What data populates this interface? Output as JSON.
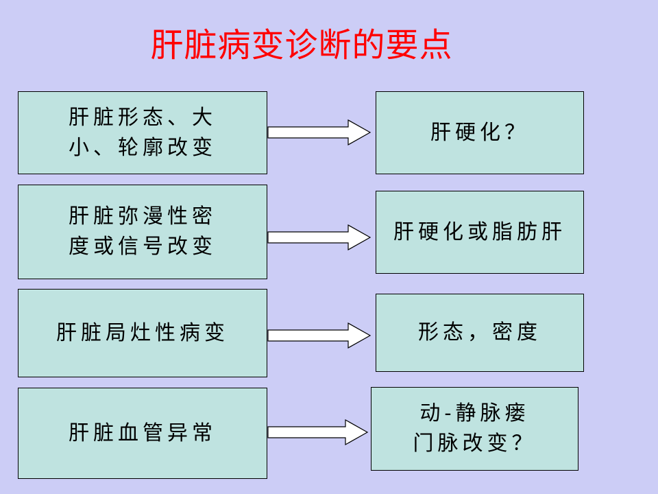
{
  "title": "肝脏病变诊断的要点",
  "rows": [
    {
      "left_lines": [
        "肝脏形态、大",
        "小、轮廓改变"
      ],
      "right_lines": [
        "肝硬化？"
      ]
    },
    {
      "left_lines": [
        "肝脏弥漫性密",
        "度或信号改变"
      ],
      "right_lines": [
        "肝硬化或脂肪肝"
      ]
    },
    {
      "left_lines": [
        "肝脏局灶性病变"
      ],
      "right_lines": [
        "形态，密度"
      ]
    },
    {
      "left_lines": [
        "肝脏血管异常"
      ],
      "right_lines": [
        "动-静脉瘘",
        "门脉改变？"
      ]
    }
  ],
  "colors": {
    "background": "#cccdf6",
    "box_fill": "#bfe3e0",
    "title": "#ff0000",
    "border": "#000000"
  }
}
